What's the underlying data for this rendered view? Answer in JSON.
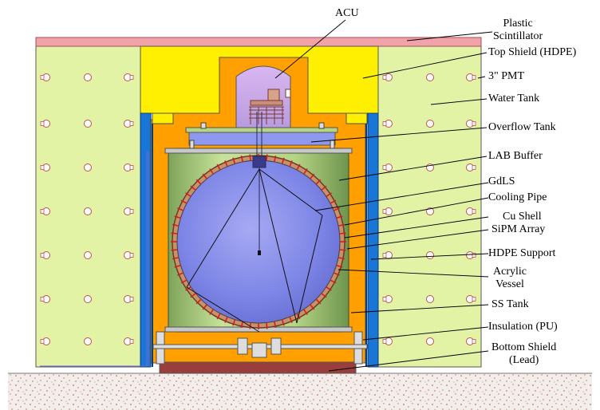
{
  "diagram": {
    "labels": {
      "acu": "ACU",
      "plastic_scintillator": "Plastic\nScintillator",
      "top_shield": "Top Shield (HDPE)",
      "pmt": "3\" PMT",
      "water_tank": "Water Tank",
      "overflow_tank": "Overflow Tank",
      "lab_buffer": "LAB Buffer",
      "gdls": "GdLS",
      "cooling_pipe": "Cooling Pipe",
      "cu_shell": "Cu Shell",
      "sipm_array": "SiPM Array",
      "hdpe_support": "HDPE Support",
      "acrylic_vessel": "Acrylic\nVessel",
      "ss_tank": "SS Tank",
      "insulation": "Insulation (PU)",
      "bottom_shield": "Bottom Shield\n(Lead)"
    },
    "colors": {
      "water_tank": "#e2f3a6",
      "top_shield": "#ffef00",
      "plastic_scintillator": "#f2a3aa",
      "insulation": "#ffa000",
      "blue_frame": "#1976d6",
      "ss_tank": "#aed07e",
      "acrylic_vessel": "#8f98ef",
      "bottom_shield": "#9a3d3d",
      "ground": "#f4eeea",
      "sipm": "#d02020"
    }
  }
}
